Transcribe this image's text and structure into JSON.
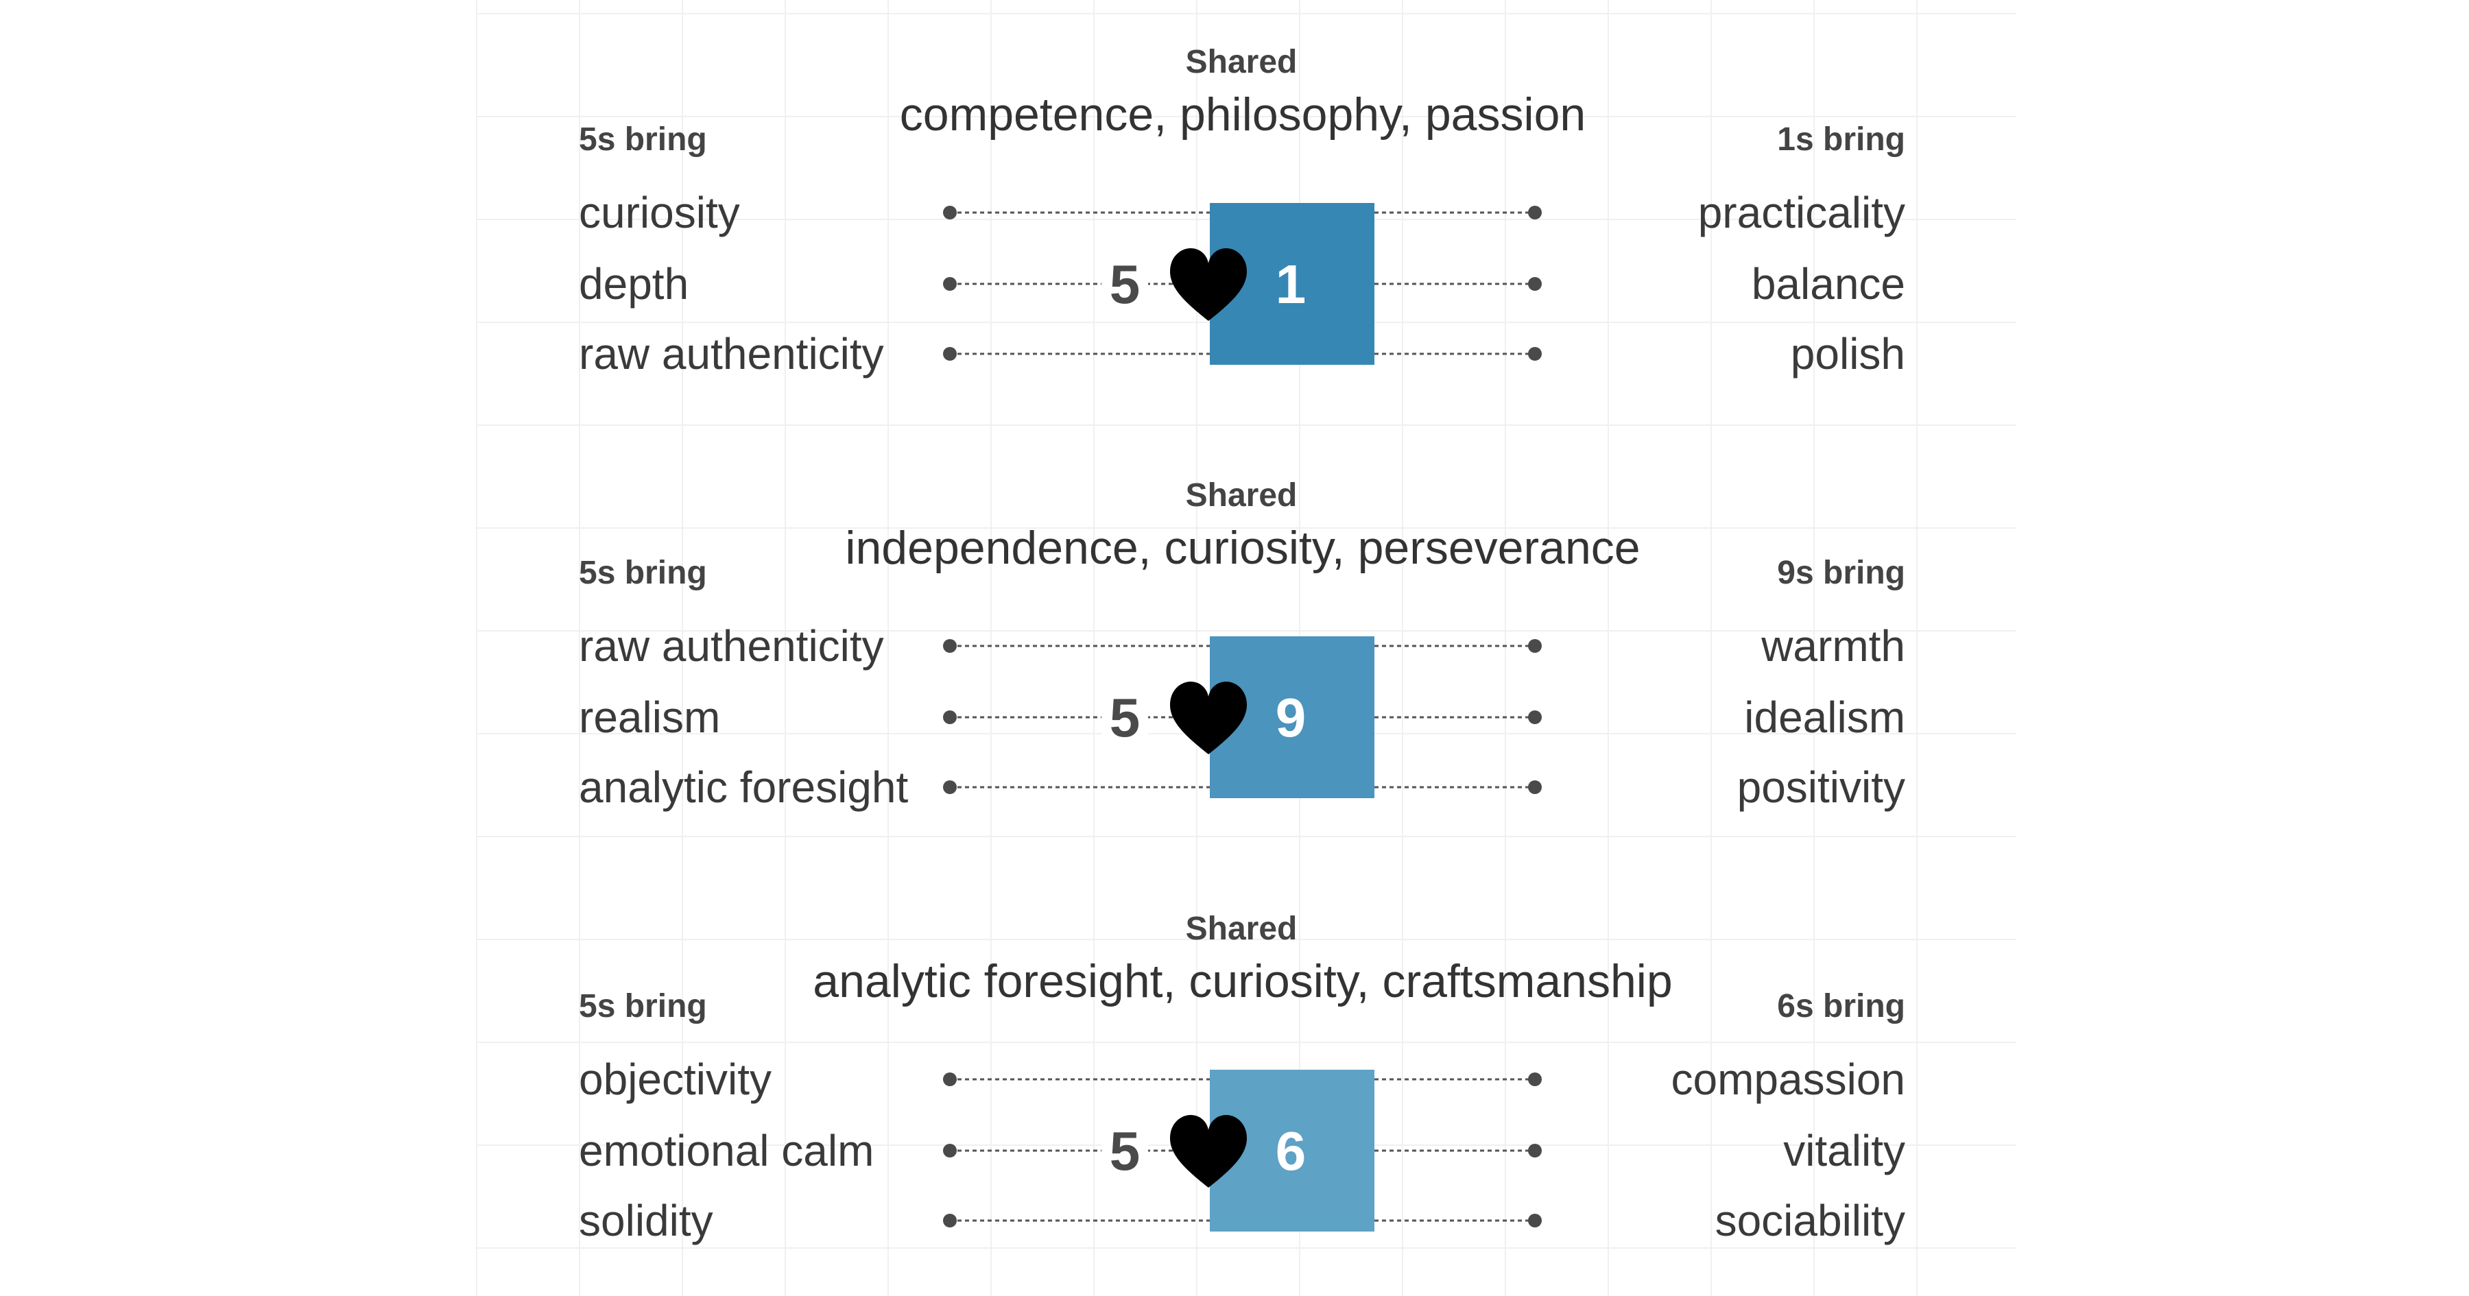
{
  "heart_icon": "heart-icon",
  "colors": {
    "text": "#333333",
    "line": "#555555",
    "heart": "#000000"
  },
  "panels": [
    {
      "shared_label": "Shared",
      "shared_traits": "competence, philosophy, passion",
      "left_header": "5s bring",
      "right_header": "1s bring",
      "left_number": "5",
      "right_number": "1",
      "box_color": "#3787b4",
      "left_traits": [
        "curiosity",
        "depth",
        "raw authenticity"
      ],
      "right_traits": [
        "practicality",
        "balance",
        "polish"
      ]
    },
    {
      "shared_label": "Shared",
      "shared_traits": "independence, curiosity, perseverance",
      "left_header": "5s bring",
      "right_header": "9s bring",
      "left_number": "5",
      "right_number": "9",
      "box_color": "#4a94bd",
      "left_traits": [
        "raw authenticity",
        "realism",
        "analytic foresight"
      ],
      "right_traits": [
        "warmth",
        "idealism",
        "positivity"
      ]
    },
    {
      "shared_label": "Shared",
      "shared_traits": "analytic foresight, curiosity, craftsmanship",
      "left_header": "5s bring",
      "right_header": "6s bring",
      "left_number": "5",
      "right_number": "6",
      "box_color": "#5ea2c5",
      "left_traits": [
        "objectivity",
        "emotional calm",
        "solidity"
      ],
      "right_traits": [
        "compassion",
        "vitality",
        "sociability"
      ]
    }
  ]
}
